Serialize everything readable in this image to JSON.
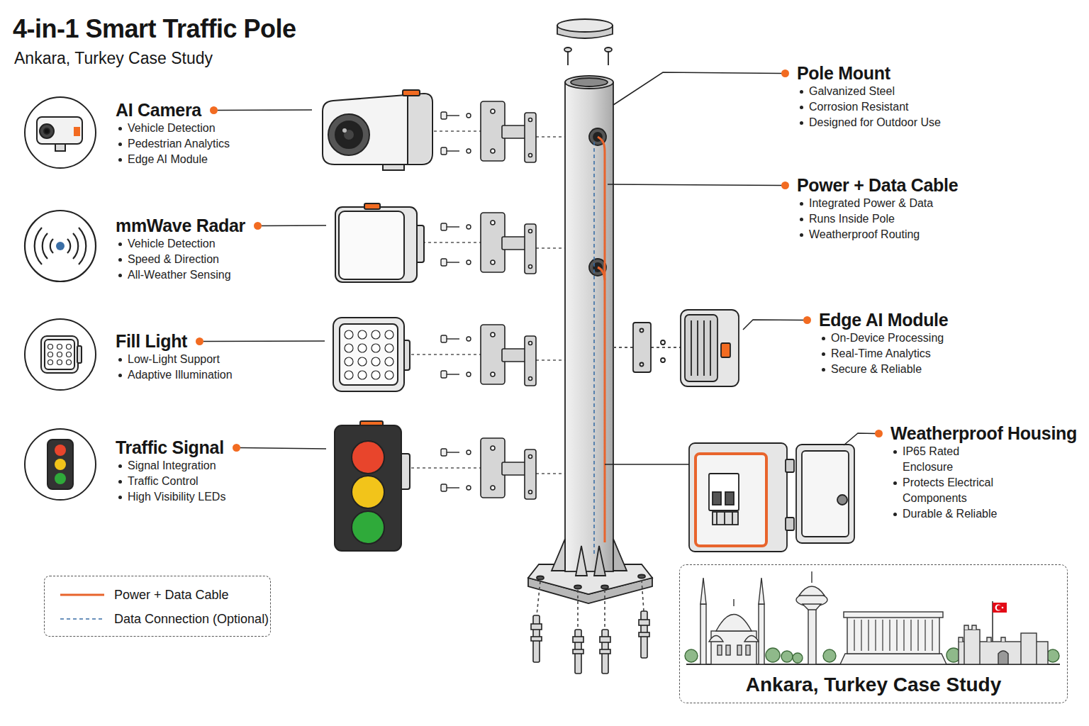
{
  "diagram": {
    "title": "4-in-1 Smart Traffic Pole",
    "nodes": [
      {
        "text": [
          "AI Camera",
          "Vehicle Detection",
          "Pedestrian Analytics",
          "Edge AI Module"
        ]
      },
      {
        "text": [
          "mmWave Radar",
          "Vehicle Detection",
          "Speed & Direction",
          "All-Weather Sensing"
        ]
      },
      {
        "text": [
          "Fill Light",
          "Low-Light Support",
          "Adaptive Illumination"
        ]
      },
      {
        "text": [
          "Traffic Signal",
          "Signal Integration",
          "Traffic Control",
          "High Visibility LEDs"
        ]
      },
      {
        "text": [
          "Pole Mount",
          "Galvanized Steel",
          "Corrosion Resistant",
          "Designed for Outdoor Use"
        ]
      },
      {
        "text": [
          "Power + Data Cable",
          "Integrated Power & Data",
          "Runs Inside Pole",
          "Weatherproof Routing"
        ]
      },
      {
        "text": [
          "Edge AI Module",
          "On-Device Processing",
          "Real-Time Analytics",
          "Secure & Reliable"
        ]
      },
      {
        "text": [
          "Weatherproof Housing",
          "IP65 Rated Enclosure",
          "Protects Electrical Components",
          "Durable & Reliable"
        ]
      },
      {
        "text": [
          "Ankara, Turkey Case Study"
        ]
      }
    ],
    "labels": [
      "Ankara, Turkey Case Study"
    ],
    "legend": [
      {
        "text": "Power + Data Cable"
      },
      {
        "text": "Data Connection (Optional)"
      }
    ]
  }
}
